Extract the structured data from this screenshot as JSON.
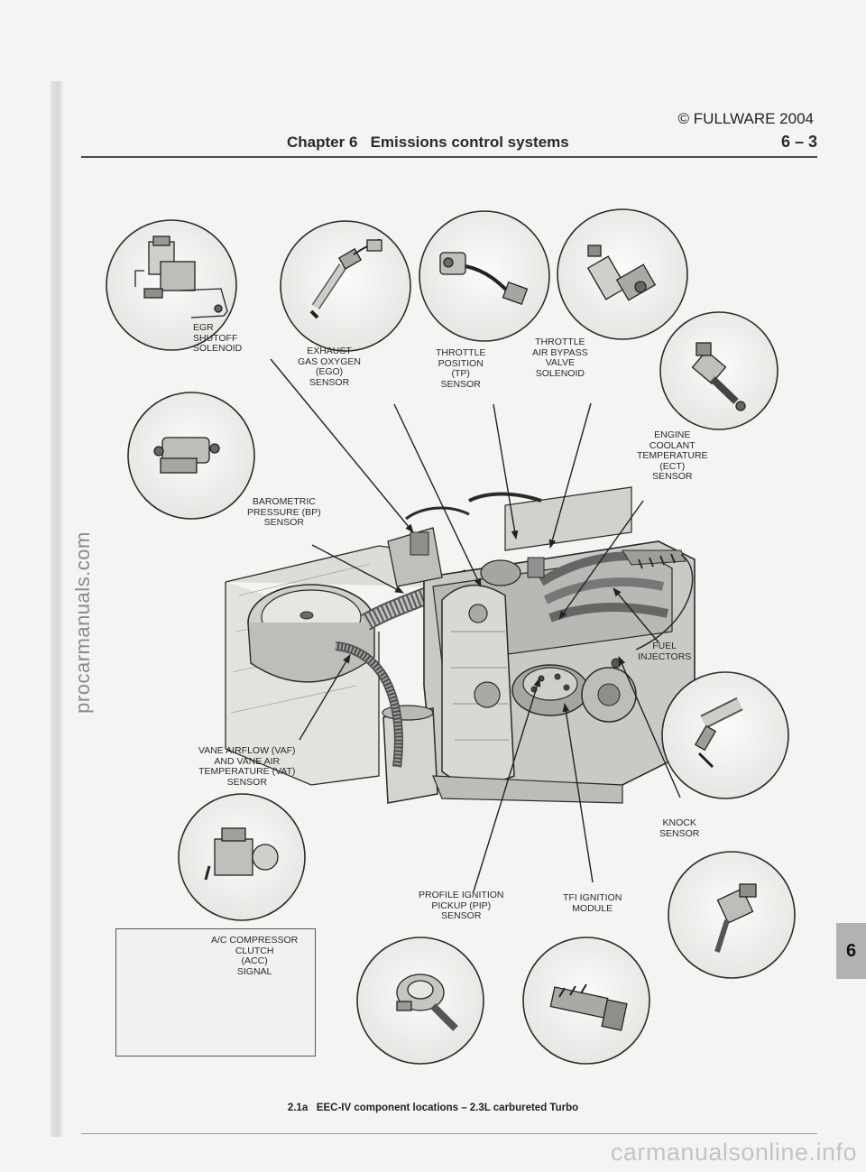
{
  "page": {
    "copyright": "© FULLWARE 2004",
    "header_title": "Chapter 6   Emissions control systems",
    "page_number": "6 – 3",
    "side_watermark": "procarmanuals.com",
    "bottom_watermark": "carmanualsonline.info",
    "section_tab": "6"
  },
  "figure": {
    "caption": "2.1a   EEC-IV component locations – 2.3L carbureted Turbo",
    "labels": {
      "egr": "EGR\nSHUTOFF\nSOLENOID",
      "ego": "EXHAUST\nGAS OXYGEN\n(EGO)\nSENSOR",
      "tp": "THROTTLE\nPOSITION\n(TP)\nSENSOR",
      "tab": "THROTTLE\nAIR BYPASS\nVALVE\nSOLENOID",
      "ect": "ENGINE\nCOOLANT\nTEMPERATURE\n(ECT)\nSENSOR",
      "bp": "BAROMETRIC\nPRESSURE (BP)\nSENSOR",
      "inj": "FUEL\nINJECTORS",
      "vaf": "VANE AIRFLOW (VAF)\nAND VANE AIR\nTEMPERATURE (VAT)\nSENSOR",
      "knock": "KNOCK\nSENSOR",
      "pip": "PROFILE IGNITION\nPICKUP (PIP)\nSENSOR",
      "tfi": "TFI IGNITION\nMODULE",
      "acc": "A/C COMPRESSOR\nCLUTCH\n(ACC)\nSIGNAL"
    }
  }
}
